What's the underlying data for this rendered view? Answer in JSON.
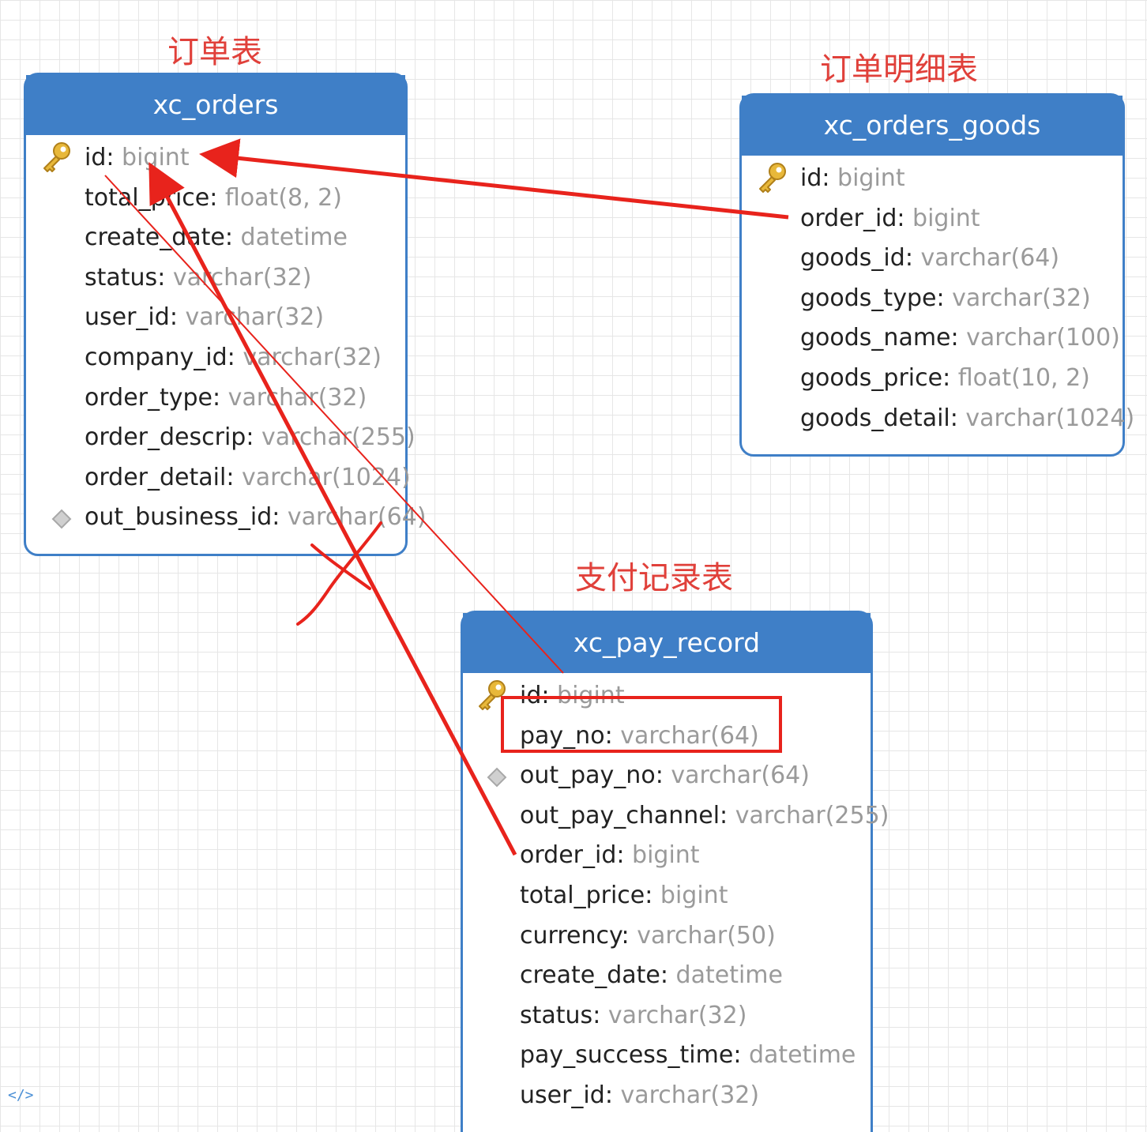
{
  "captions": {
    "orders": "订单表",
    "orders_goods": "订单明细表",
    "pay_record": "支付记录表"
  },
  "tables": {
    "orders": {
      "name": "xc_orders",
      "columns": [
        {
          "name": "id",
          "type": "bigint",
          "icon": "key-icon"
        },
        {
          "name": "total_price",
          "type": "float(8, 2)"
        },
        {
          "name": "create_date",
          "type": "datetime"
        },
        {
          "name": "status",
          "type": "varchar(32)"
        },
        {
          "name": "user_id",
          "type": "varchar(32)"
        },
        {
          "name": "company_id",
          "type": "varchar(32)"
        },
        {
          "name": "order_type",
          "type": "varchar(32)"
        },
        {
          "name": "order_descrip",
          "type": "varchar(255)"
        },
        {
          "name": "order_detail",
          "type": "varchar(1024)"
        },
        {
          "name": "out_business_id",
          "type": "varchar(64)",
          "icon": "diamond-icon"
        }
      ]
    },
    "orders_goods": {
      "name": "xc_orders_goods",
      "columns": [
        {
          "name": "id",
          "type": "bigint",
          "icon": "key-icon"
        },
        {
          "name": "order_id",
          "type": "bigint"
        },
        {
          "name": "goods_id",
          "type": "varchar(64)"
        },
        {
          "name": "goods_type",
          "type": "varchar(32)"
        },
        {
          "name": "goods_name",
          "type": "varchar(100)"
        },
        {
          "name": "goods_price",
          "type": "float(10, 2)"
        },
        {
          "name": "goods_detail",
          "type": "varchar(1024)"
        }
      ]
    },
    "pay_record": {
      "name": "xc_pay_record",
      "columns": [
        {
          "name": "id",
          "type": "bigint",
          "icon": "key-icon"
        },
        {
          "name": "pay_no",
          "type": "varchar(64)"
        },
        {
          "name": "out_pay_no",
          "type": "varchar(64)",
          "icon": "diamond-icon"
        },
        {
          "name": "out_pay_channel",
          "type": "varchar(255)"
        },
        {
          "name": "order_id",
          "type": "bigint"
        },
        {
          "name": "total_price",
          "type": "bigint"
        },
        {
          "name": "currency",
          "type": "varchar(50)"
        },
        {
          "name": "create_date",
          "type": "datetime"
        },
        {
          "name": "status",
          "type": "varchar(32)"
        },
        {
          "name": "pay_success_time",
          "type": "datetime"
        },
        {
          "name": "user_id",
          "type": "varchar(32)"
        }
      ]
    }
  },
  "colors": {
    "header": "#3f7fc7",
    "annotation": "#e8231c",
    "caption": "#e0403a",
    "type_text": "#9a9a9a"
  },
  "footer": {
    "code_toggle": "</>"
  }
}
